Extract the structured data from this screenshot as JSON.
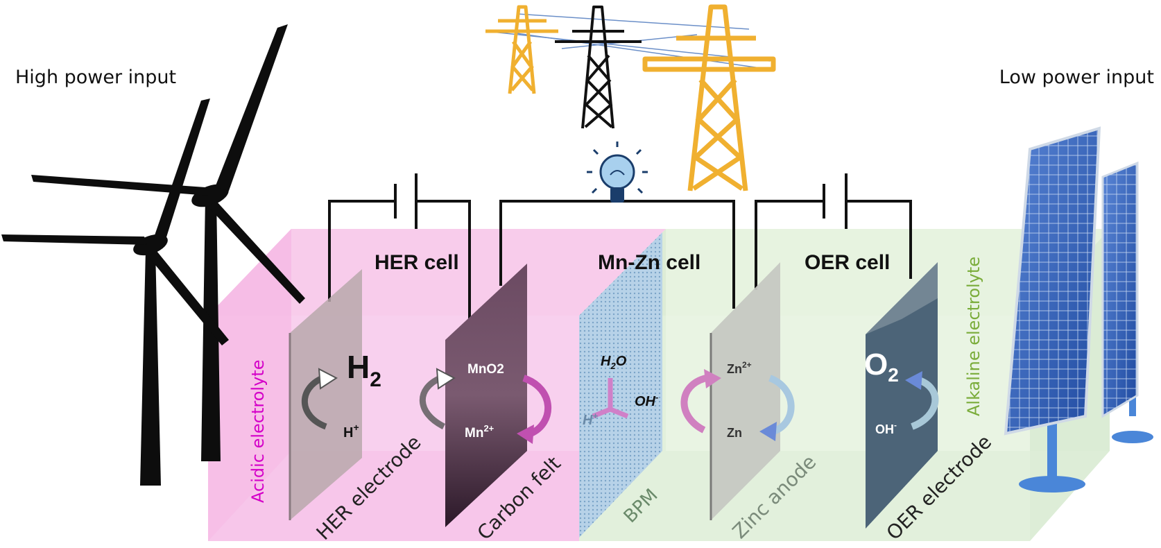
{
  "inputs": {
    "high_power": "High power input",
    "low_power": "Low power input"
  },
  "cells": {
    "her": "HER cell",
    "mnzn": "Mn-Zn cell",
    "oer": "OER cell"
  },
  "electrolytes": {
    "acidic": "Acidic electrolyte",
    "alkaline": "Alkaline electrolyte"
  },
  "components": {
    "her_electrode": "HER electrode",
    "carbon_felt": "Carbon felt",
    "bpm": "BPM",
    "zinc_anode": "Zinc anode",
    "oer_electrode": "OER electrode"
  },
  "species": {
    "h2_main": "H",
    "h2_sub": "2",
    "h_plus_main": "H",
    "h_plus_sup": "+",
    "mno2": "MnO2",
    "mn_main": "Mn",
    "mn_sup": "2+",
    "h2o_h": "H",
    "h2o_sub": "2",
    "h2o_o": "O",
    "oh_bpm_main": "OH",
    "oh_bpm_sup": "-",
    "h_bpm_main": "H",
    "h_bpm_sup": "+",
    "zn2_main": "Zn",
    "zn2_sup": "2+",
    "zn": "Zn",
    "o2_main": "O",
    "o2_sub": "2",
    "oh_main": "OH",
    "oh_sup": "-"
  },
  "colors": {
    "acidic": "#f7c6ea",
    "alkaline": "#e2f0dc",
    "acidic_text": "#d400c8",
    "alkaline_text": "#7aac3a",
    "pylon_orange": "#f0b030",
    "solar_blue": "#2f5fb8",
    "wire": "#111111"
  }
}
